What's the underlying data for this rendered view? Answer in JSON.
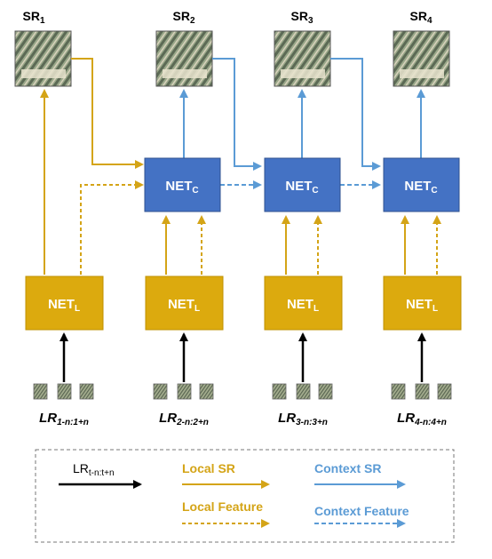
{
  "colors": {
    "local": "#d4a417",
    "context": "#5b9bd5",
    "net_c_fill": "#4472c4",
    "net_c_stroke": "#2f528f",
    "net_l_fill": "#dcaa0e",
    "net_l_stroke": "#bf9000",
    "black": "#000000"
  },
  "sr_outputs": [
    {
      "main": "SR",
      "sub": "1"
    },
    {
      "main": "SR",
      "sub": "2"
    },
    {
      "main": "SR",
      "sub": "3"
    },
    {
      "main": "SR",
      "sub": "4"
    }
  ],
  "net_context": {
    "main": "NET",
    "sub": "C"
  },
  "net_local": {
    "main": "NET",
    "sub": "L"
  },
  "lr_inputs": [
    {
      "main": "LR",
      "sub": "1-n:1+n"
    },
    {
      "main": "LR",
      "sub": "2-n:2+n"
    },
    {
      "main": "LR",
      "sub": "3-n:3+n"
    },
    {
      "main": "LR",
      "sub": "4-n:4+n"
    }
  ],
  "legend": {
    "lr": {
      "main": "LR",
      "sub": "t-n:t+n"
    },
    "local_sr": "Local SR",
    "context_sr": "Context SR",
    "local_feature": "Local Feature",
    "context_feature": "Context Feature"
  }
}
